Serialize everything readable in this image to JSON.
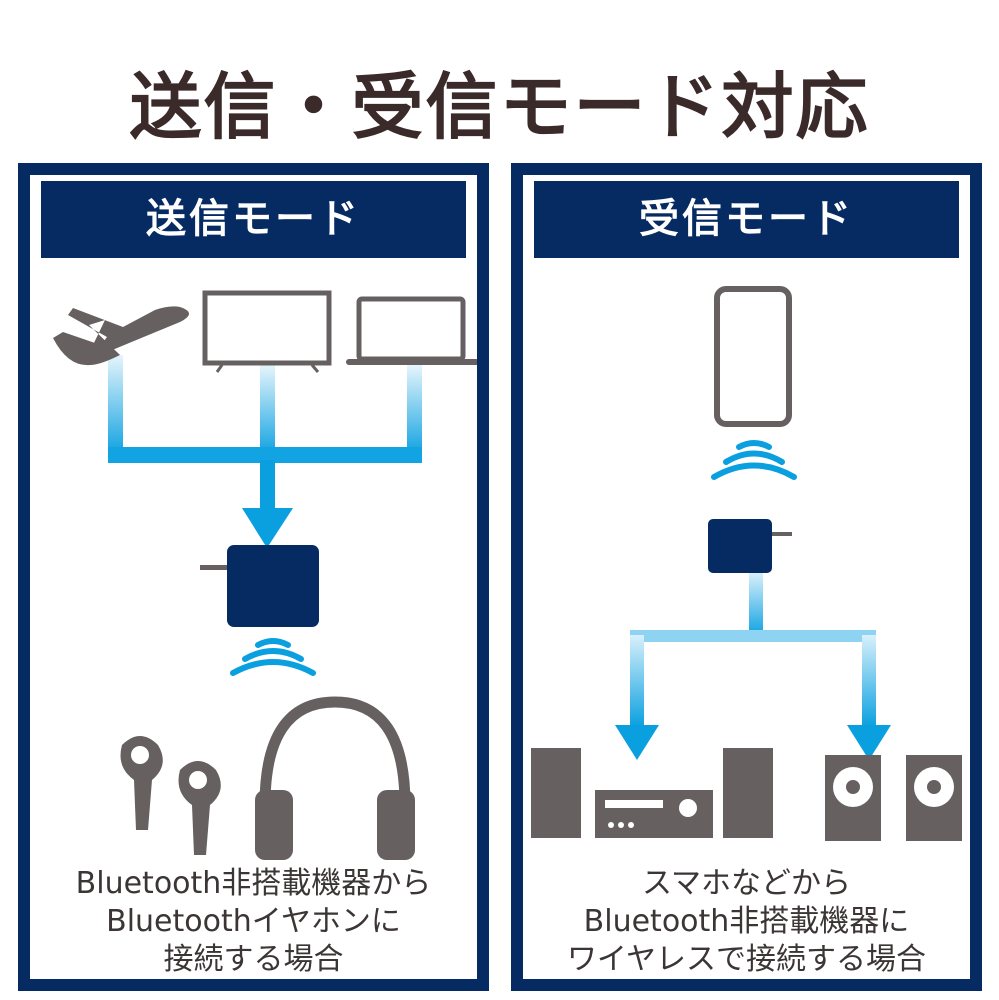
{
  "title": "送信・受信モード対応",
  "colors": {
    "navy": "#062a62",
    "arrow_blue": "#0aa0e0",
    "icon_gray": "#666060",
    "title_text": "#3b2a2a"
  },
  "send_mode": {
    "header": "送信モード",
    "sources": [
      "airplane-icon",
      "tv-icon",
      "laptop-icon"
    ],
    "device": "transmitter-icon",
    "targets": [
      "earbuds-icon",
      "headphones-icon"
    ],
    "caption": [
      "Bluetooth非搭載機器から",
      "Bluetoothイヤホンに",
      "接続する場合"
    ]
  },
  "receive_mode": {
    "header": "受信モード",
    "sources": [
      "smartphone-icon"
    ],
    "device": "receiver-icon",
    "targets": [
      "stereo-system-icon",
      "speakers-icon"
    ],
    "caption": [
      "スマホなどから",
      "Bluetooth非搭載機器に",
      "ワイヤレスで接続する場合"
    ]
  }
}
